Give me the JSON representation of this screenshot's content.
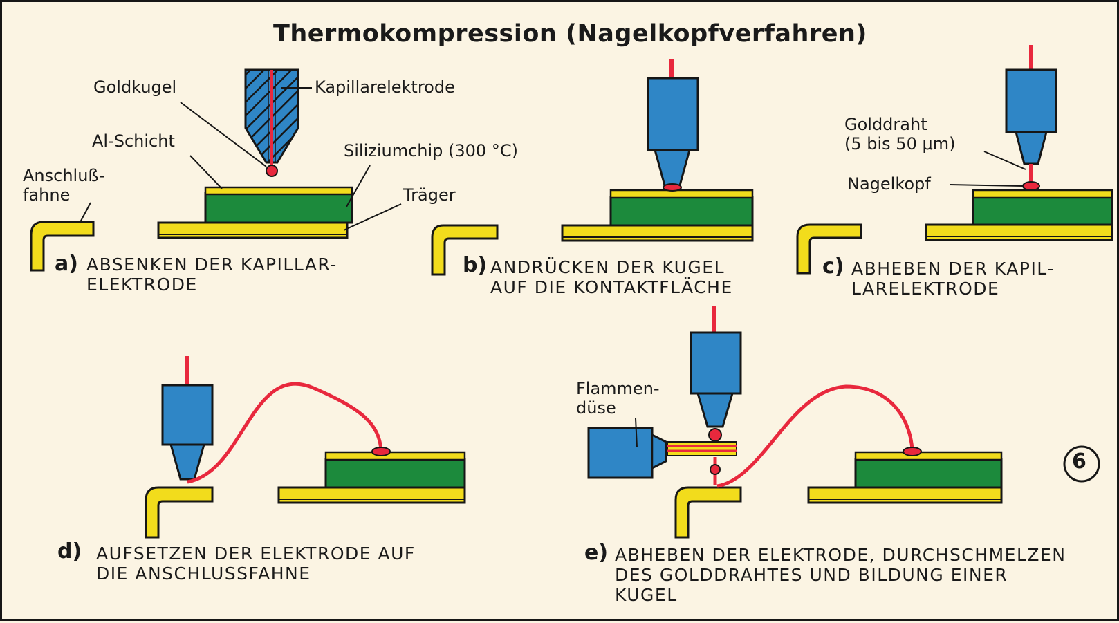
{
  "title": "Thermokompression (Nagelkopfverfahren)",
  "labels": {
    "goldkugel": "Goldkugel",
    "kapillarelektrode": "Kapillarelektrode",
    "al_schicht": "Al-Schicht",
    "siliziumchip": "Siliziumchip (300 °C)",
    "anschlussfahne": "Anschluß-\nfahne",
    "traeger": "Träger",
    "golddraht": "Golddraht\n(5 bis 50 μm)",
    "nagelkopf": "Nagelkopf",
    "flammenduese": "Flammen-\ndüse"
  },
  "steps": {
    "a": {
      "letter": "a)",
      "text": "ABSENKEN DER KAPILLAR-\nELEKTRODE"
    },
    "b": {
      "letter": "b)",
      "text": "ANDRÜCKEN DER KUGEL\nAUF DIE KONTAKTFLÄCHE"
    },
    "c": {
      "letter": "c)",
      "text": "ABHEBEN DER KAPIL-\nLARELEKTRODE"
    },
    "d": {
      "letter": "d)",
      "text": "AUFSETZEN DER ELEKTRODE AUF\nDIE ANSCHLUSSFAHNE"
    },
    "e": {
      "letter": "e)",
      "text": "ABHEBEN DER ELEKTRODE, DURCHSCHMELZEN\nDES GOLDDRAHTES UND BILDUNG EINER\nKUGEL"
    }
  },
  "figure_number": "6",
  "colors": {
    "background": "#fbf4e3",
    "electrode_blue": "#2f86c6",
    "wire_red": "#e8283d",
    "chip_green": "#1c8a3c",
    "gold_yellow": "#f2dc1c",
    "outline": "#161616"
  }
}
